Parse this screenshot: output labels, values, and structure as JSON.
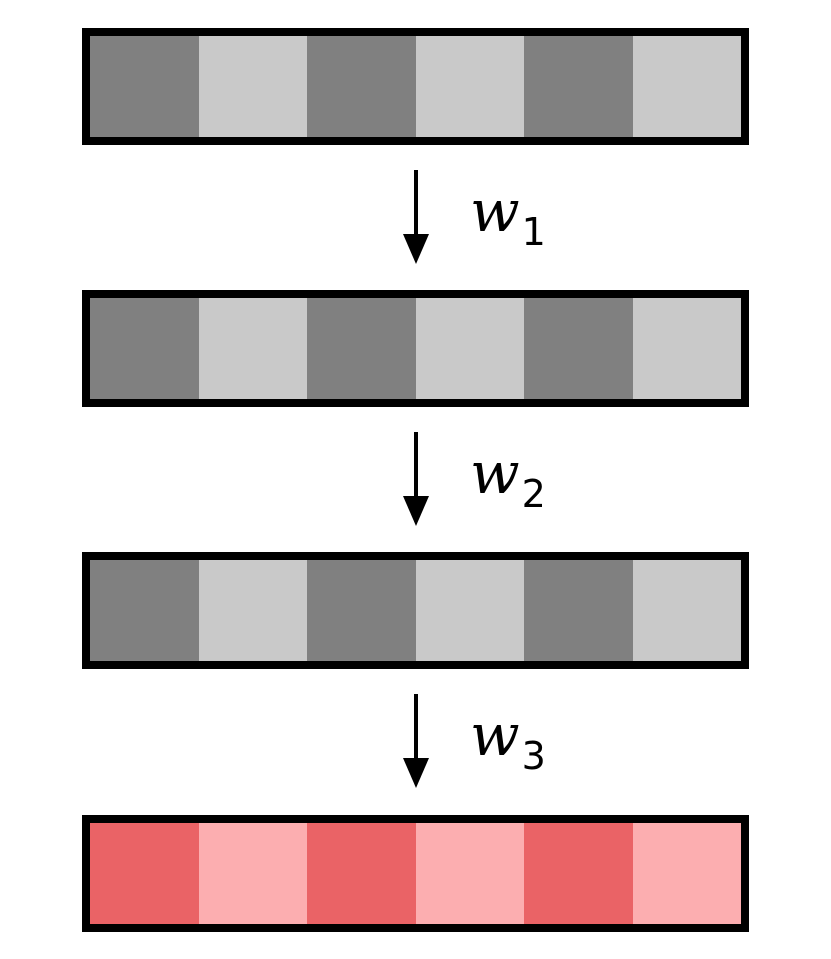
{
  "colors": {
    "gray_dark": "#808080",
    "gray_light": "#c9c9c9",
    "red_dark": "#ea6366",
    "red_light": "#fcaeb0",
    "border": "#000000"
  },
  "layers": [
    {
      "cells": [
        "gray_dark",
        "gray_light",
        "gray_dark",
        "gray_light",
        "gray_dark",
        "gray_light"
      ]
    },
    {
      "cells": [
        "gray_dark",
        "gray_light",
        "gray_dark",
        "gray_light",
        "gray_dark",
        "gray_light"
      ]
    },
    {
      "cells": [
        "gray_dark",
        "gray_light",
        "gray_dark",
        "gray_light",
        "gray_dark",
        "gray_light"
      ]
    },
    {
      "cells": [
        "red_dark",
        "red_light",
        "red_dark",
        "red_light",
        "red_dark",
        "red_light"
      ]
    }
  ],
  "weights": [
    {
      "symbol": "w",
      "subscript": "1"
    },
    {
      "symbol": "w",
      "subscript": "2"
    },
    {
      "symbol": "w",
      "subscript": "3"
    }
  ]
}
